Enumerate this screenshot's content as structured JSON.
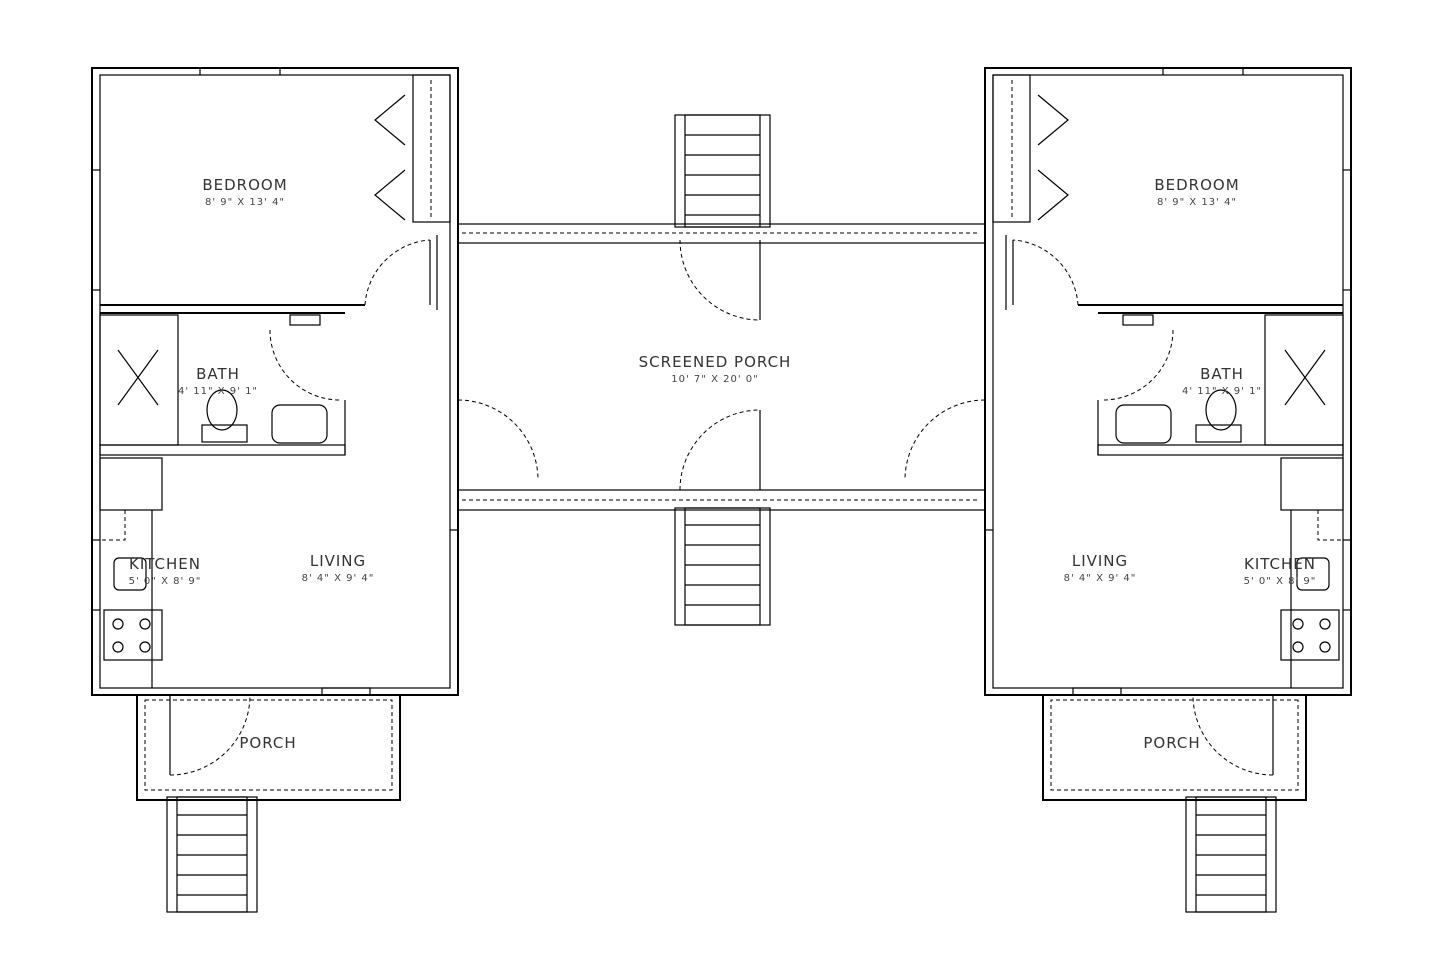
{
  "plan": {
    "left_unit": {
      "bedroom": {
        "label": "BEDROOM",
        "size": "8' 9\" X 13' 4\""
      },
      "bath": {
        "label": "BATH",
        "size": "4' 11\" X 9' 1\""
      },
      "kitchen": {
        "label": "KITCHEN",
        "size": "5' 0\" X 8' 9\""
      },
      "living": {
        "label": "LIVING",
        "size": "8' 4\" X 9' 4\""
      },
      "porch": {
        "label": "PORCH"
      }
    },
    "screened_porch": {
      "label": "SCREENED PORCH",
      "size": "10' 7\" X 20' 0\""
    },
    "right_unit": {
      "bedroom": {
        "label": "BEDROOM",
        "size": "8' 9\" X 13' 4\""
      },
      "bath": {
        "label": "BATH",
        "size": "4' 11\" X 9' 1\""
      },
      "kitchen": {
        "label": "KITCHEN",
        "size": "5' 0\" X 8' 9\""
      },
      "living": {
        "label": "LIVING",
        "size": "8' 4\" X 9' 4\""
      },
      "porch": {
        "label": "PORCH"
      }
    }
  }
}
